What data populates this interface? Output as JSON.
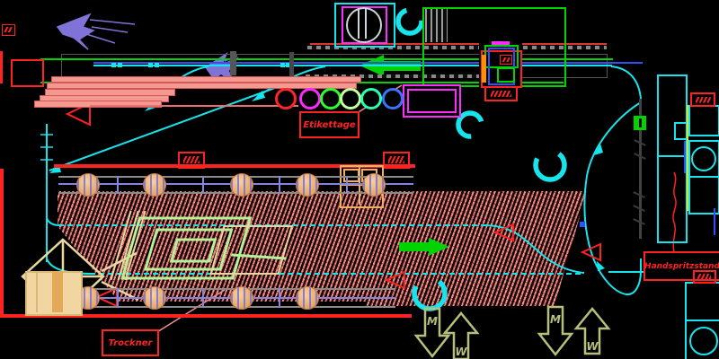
{
  "drawing": {
    "background": "#000000",
    "labels": {
      "etikettage": "Etikettage",
      "trockner": "Trockner",
      "handspritzstand": "Handspritzstand"
    },
    "flow_letters": [
      "M",
      "W",
      "M",
      "W"
    ],
    "colors": {
      "bg": "#000000",
      "red": "#ff2222",
      "cyan": "#17e5ee",
      "green": "#00d400",
      "blue": "#3050ff",
      "magenta": "#ff2cff",
      "salmon": "#f59088",
      "hatch": "#f59088",
      "violet": "#8e80ef",
      "khaki": "#e8d8a0",
      "tan": "#f0b060",
      "olive": "#b8bf7c",
      "pale_green": "#b5f298",
      "roller_violet": "#8585e0",
      "gray": "#8a8a8a"
    },
    "color_stations": [
      "#ff2626",
      "#ff29ff",
      "#2bff2b",
      "#c8ff9e",
      "#27ffb3",
      "#3d72ff"
    ]
  }
}
